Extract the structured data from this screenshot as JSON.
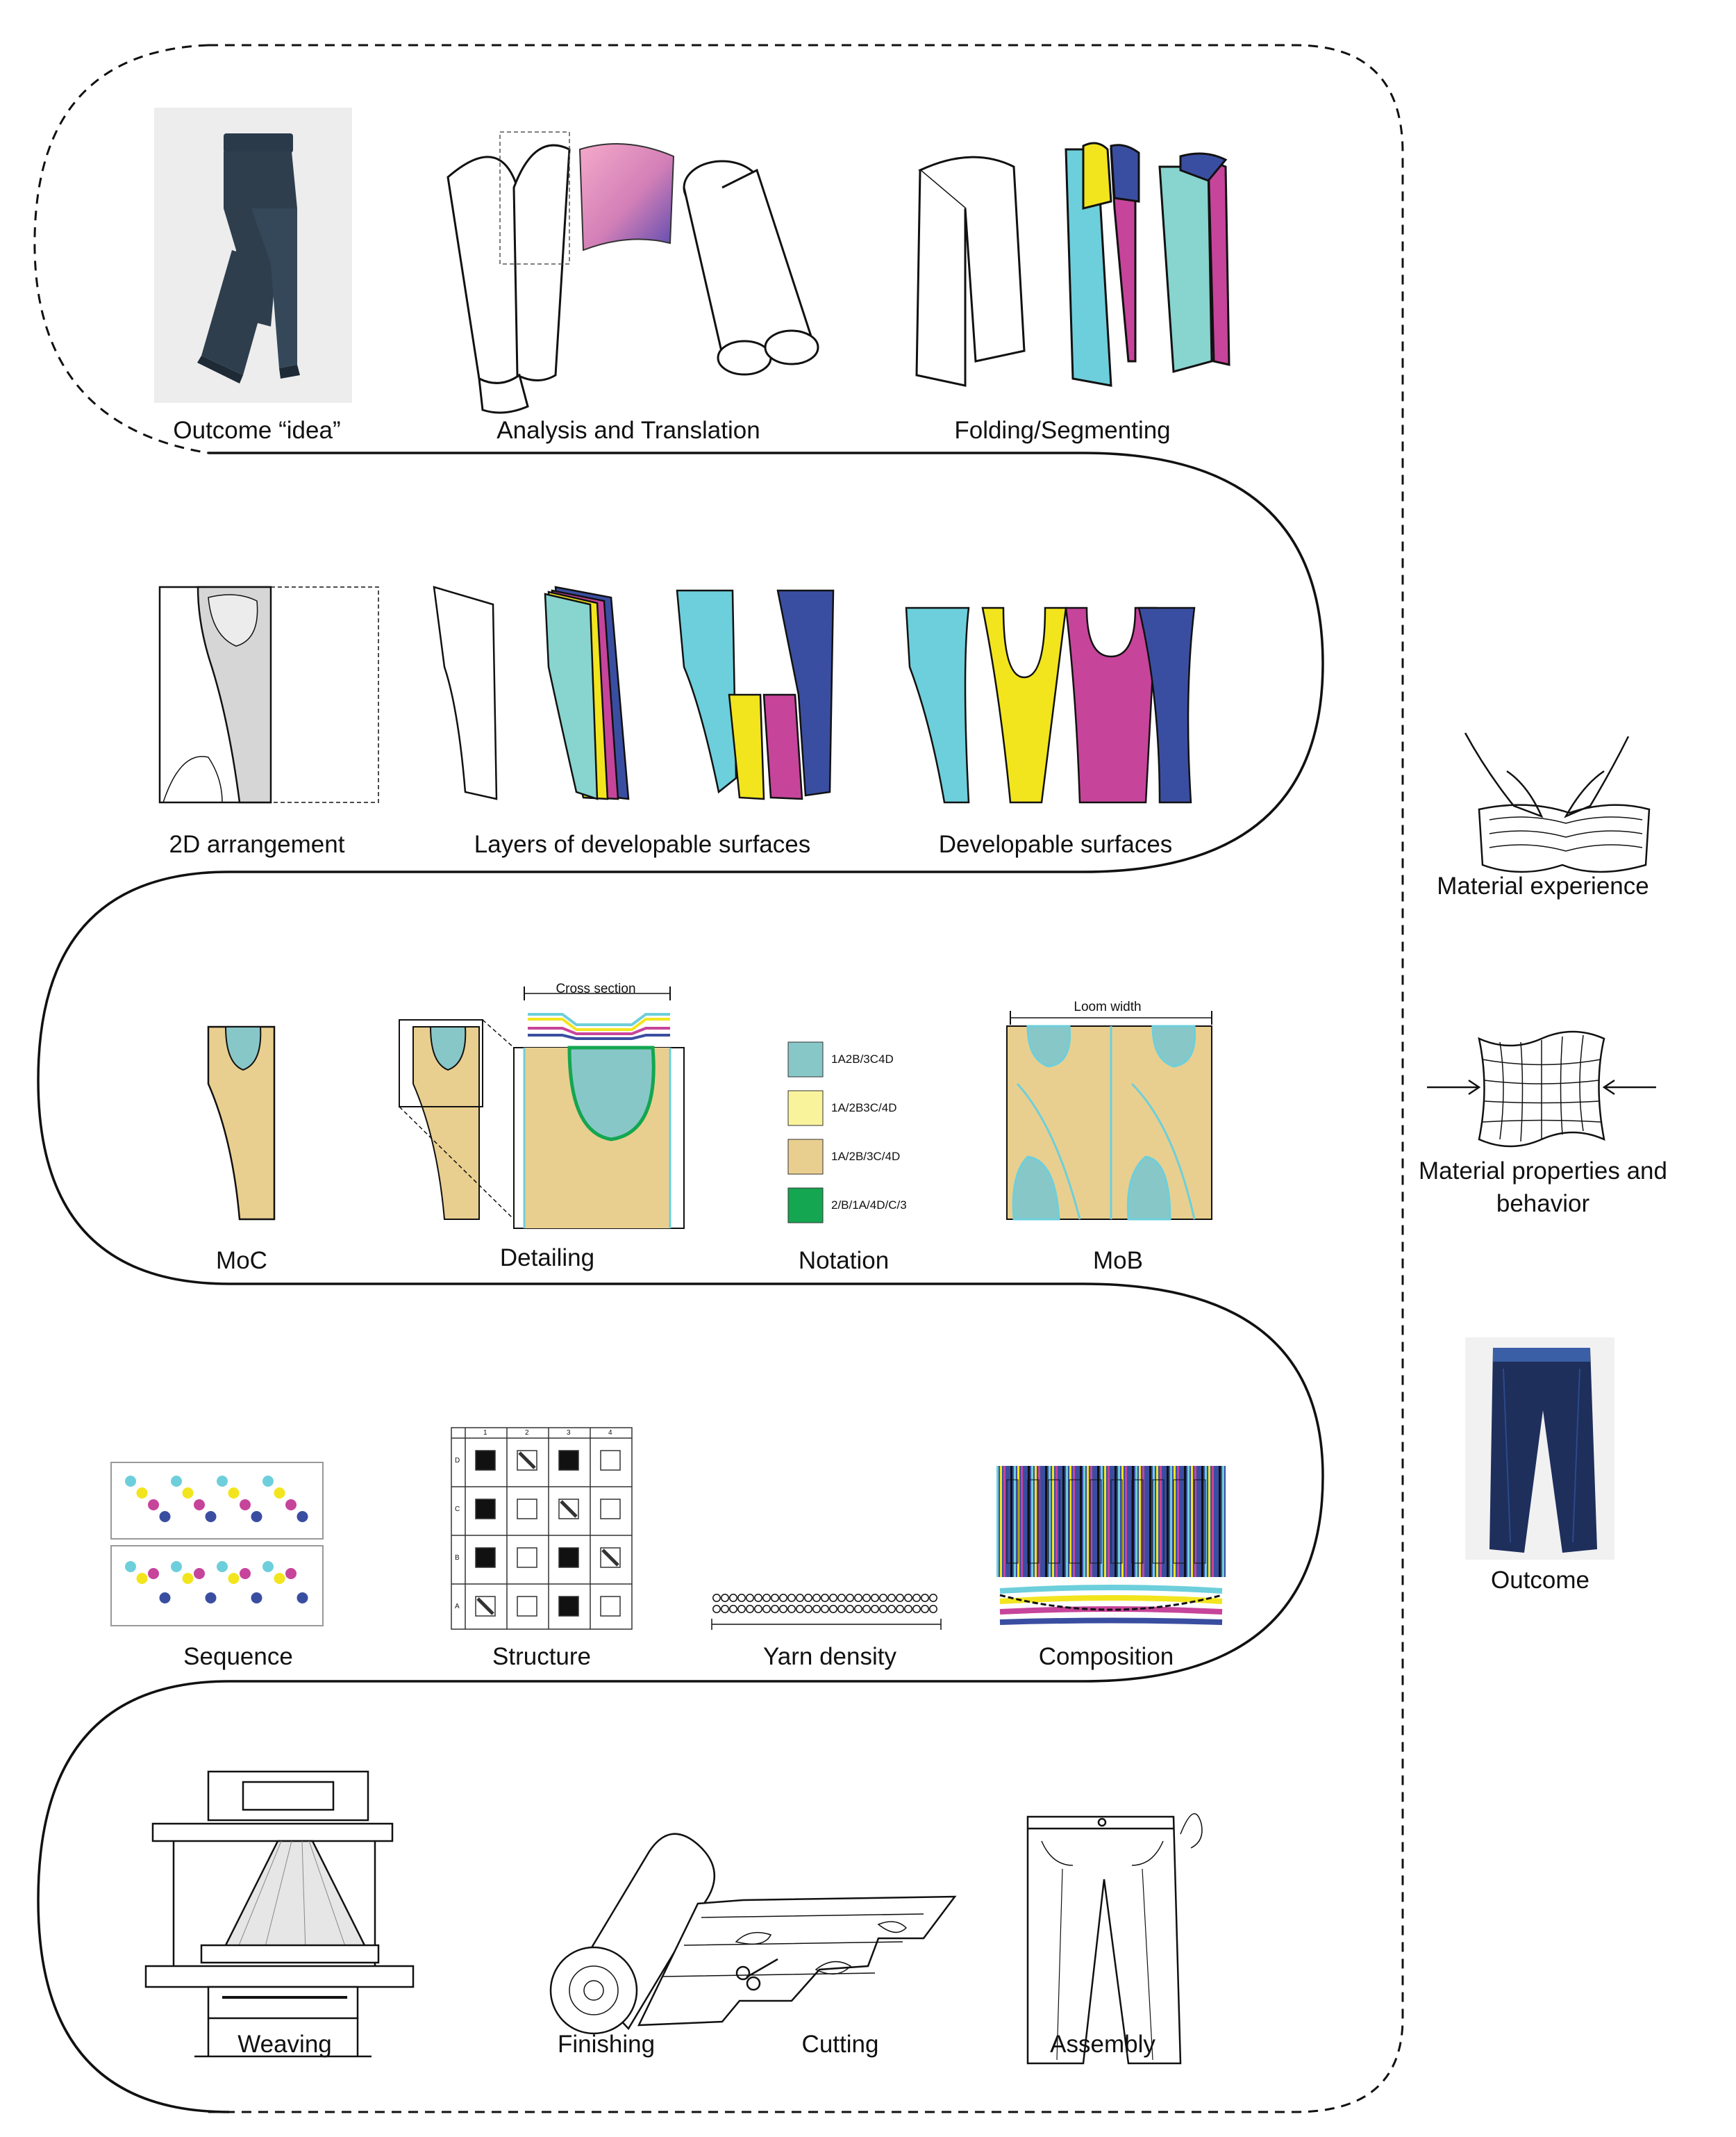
{
  "stages": {
    "outcome_idea": "Outcome “idea”",
    "analysis": "Analysis and Translation",
    "folding": "Folding/Segmenting",
    "arrangement": "2D arrangement",
    "layers": "Layers of developable surfaces",
    "developable": "Developable surfaces",
    "moc": "MoC",
    "detailing": "Detailing",
    "notation": "Notation",
    "mob": "MoB",
    "sequence": "Sequence",
    "structure": "Structure",
    "yarn_density": "Yarn density",
    "composition": "Composition",
    "weaving": "Weaving",
    "finishing": "Finishing",
    "cutting": "Cutting",
    "assembly": "Assembly"
  },
  "annotations": {
    "cross_section": "Cross section",
    "loom_width": "Loom width"
  },
  "notation_legend": [
    {
      "code": "1A2B/3C4D",
      "color": "#88c7c8"
    },
    {
      "code": "1A/2B3C/4D",
      "color": "#f9f39c"
    },
    {
      "code": "1A/2B/3C/4D",
      "color": "#e9cf8f"
    },
    {
      "code": "2/B/1A/4D/C/3",
      "color": "#14a650"
    }
  ],
  "structure_grid": {
    "columns": [
      "1",
      "2",
      "3",
      "4"
    ],
    "rows": [
      "D",
      "C",
      "B",
      "A"
    ]
  },
  "side_panel": {
    "material_experience": "Material experience",
    "material_properties": "Material properties and behavior",
    "outcome": "Outcome"
  },
  "palette": {
    "cyan": "#6dcfdb",
    "yellow": "#f2e51e",
    "magenta": "#c7449b",
    "navy": "#3a4ea1",
    "sand": "#e9cf8f",
    "teal": "#88c7c8",
    "green": "#14a650"
  }
}
